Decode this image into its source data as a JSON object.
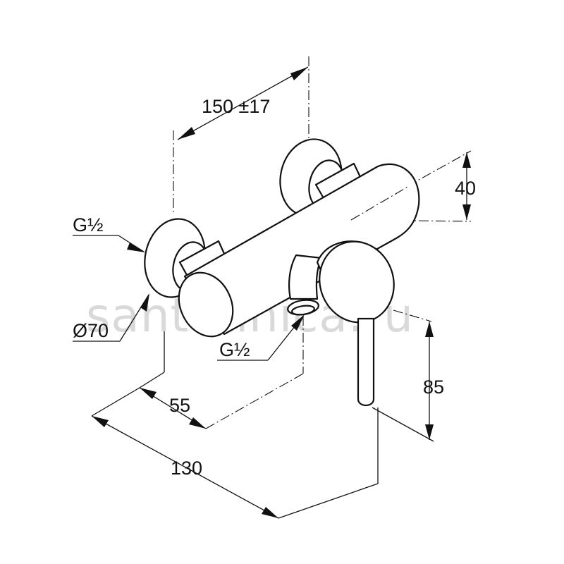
{
  "watermark": "santehnica.ru",
  "dimensions": {
    "width_between_inlets": "150 ±17",
    "height_body": "40",
    "inlet_thread_left": "G½",
    "rosette_diameter": "Ø70",
    "outlet_thread": "G½",
    "outlet_offset": "55",
    "overall_depth": "130",
    "lever_height": "85"
  }
}
